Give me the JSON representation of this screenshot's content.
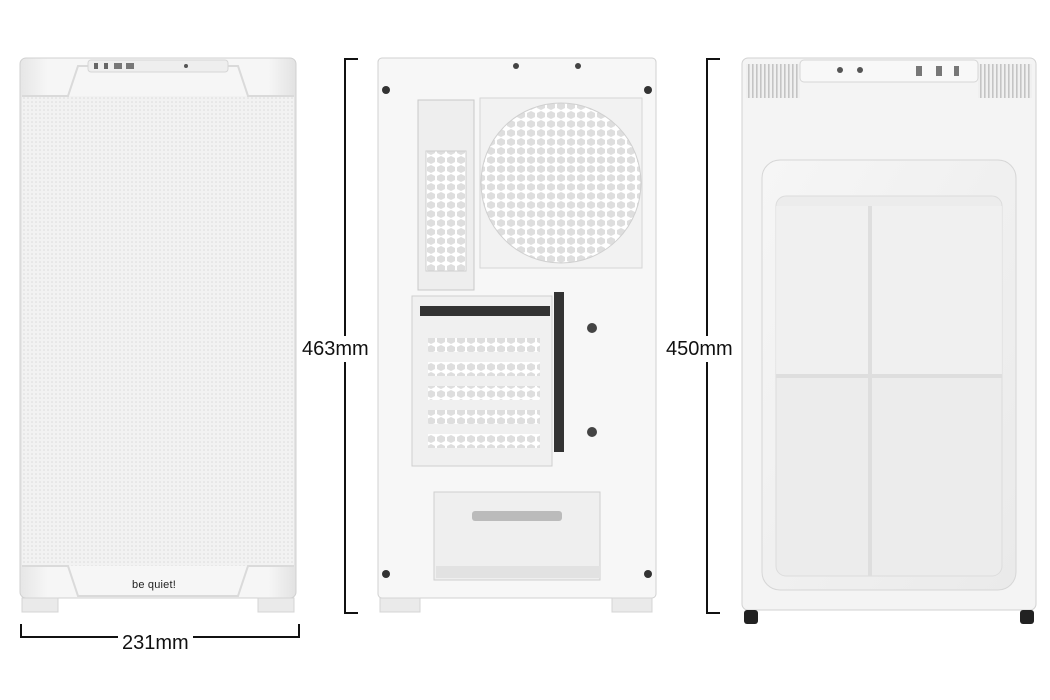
{
  "dimensions": {
    "width": "231mm",
    "height_rear": "463mm",
    "height_side": "450mm"
  },
  "branding": {
    "front_logo": "be quiet!"
  },
  "views": [
    "front",
    "rear",
    "side"
  ],
  "colors": {
    "case_body": "#f4f4f4",
    "case_shadow": "#d9d9d9",
    "line": "#111111"
  }
}
